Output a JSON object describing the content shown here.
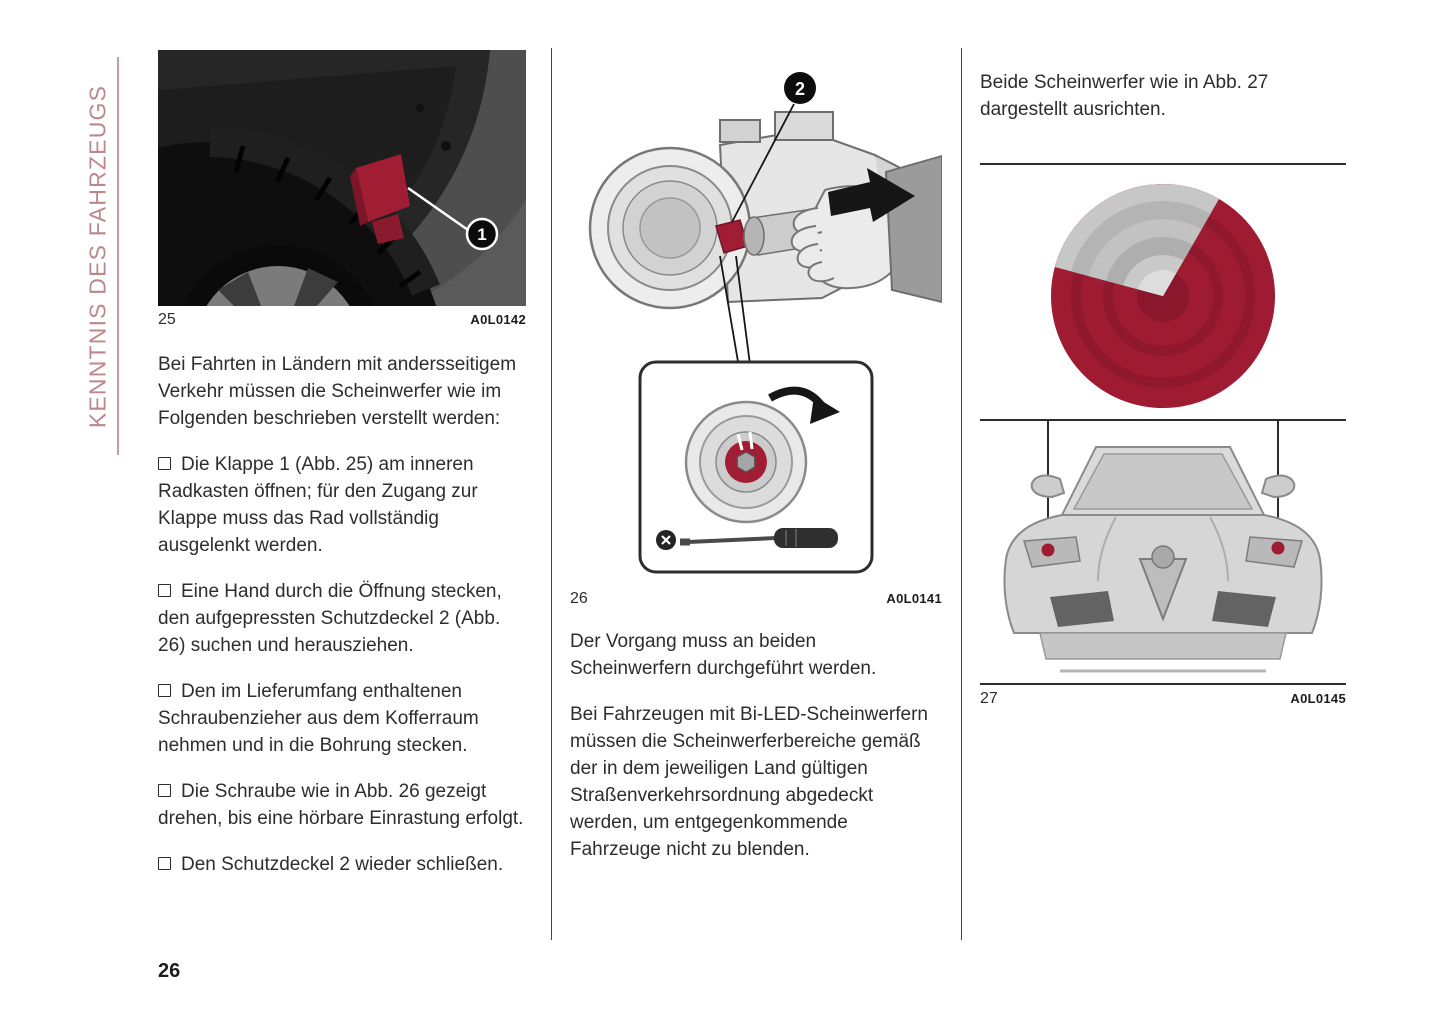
{
  "page": {
    "number": "26"
  },
  "sidebar": {
    "title": "KENNTNIS DES FAHRZEUGS"
  },
  "column1": {
    "figure": {
      "number": "25",
      "code": "A0L0142",
      "callout": "1"
    },
    "intro": "Bei Fahrten in Ländern mit andersseitigem Verkehr müssen die Scheinwerfer wie im Folgenden beschrieben verstellt werden:",
    "bullets": [
      "Die Klappe 1 (Abb. 25) am inneren Radkasten öffnen; für den Zugang zur Klappe muss das Rad vollständig ausgelenkt werden.",
      "Eine Hand durch die Öffnung stecken, den aufgepressten Schutzdeckel 2 (Abb. 26) suchen und herausziehen.",
      "Den im Lieferumfang enthaltenen Schraubenzieher aus dem Kofferraum nehmen und in die Bohrung stecken.",
      "Die Schraube wie in Abb. 26 gezeigt drehen, bis eine hörbare Einrastung erfolgt.",
      "Den Schutzdeckel 2 wieder schließen."
    ]
  },
  "column2": {
    "figure": {
      "number": "26",
      "code": "A0L0141",
      "callout": "2"
    },
    "paragraphs": [
      "Der Vorgang muss an beiden Scheinwerfern durchgeführt werden.",
      "Bei Fahrzeugen mit Bi-LED-Scheinwerfern müssen die Scheinwerferbereiche gemäß der in dem jeweiligen Land gültigen Straßenverkehrsordnung abgedeckt werden, um entgegenkommende Fahrzeuge nicht zu blenden."
    ]
  },
  "column3": {
    "intro": "Beide Scheinwerfer wie in Abb. 27 dargestellt ausrichten.",
    "figure": {
      "number": "27",
      "code": "A0L0145"
    }
  },
  "colors": {
    "figure_red": "#9e1b32",
    "sidebar_title": "#bc878b"
  }
}
